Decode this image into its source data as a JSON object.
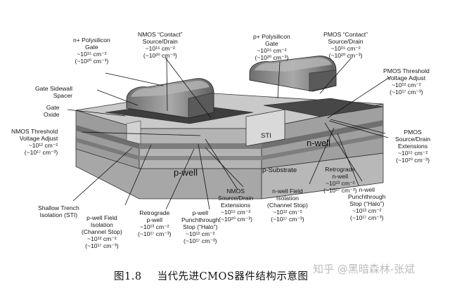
{
  "labels": {
    "n_poly_gate": [
      "n+ Polysilicon",
      "Gate",
      "~10¹⁵ cm⁻²",
      "(~10²⁰ cm⁻³)"
    ],
    "nmos_contact": [
      "NMOS “Contact”",
      "Source/Drain",
      "~10¹⁵ cm⁻²",
      "(~10²⁰ cm⁻³)"
    ],
    "p_poly_gate": [
      "p+ Polysilicon",
      "Gate",
      "~10¹⁵ cm⁻²",
      "(~10²⁰ cm⁻³)"
    ],
    "pmos_contact": [
      "PMOS “Contact”",
      "Source/Drain",
      "~10¹⁵ cm⁻²",
      "(~10²⁰ cm⁻³)"
    ],
    "gate_sidewall": [
      "Gate Sidewall",
      "Spacer"
    ],
    "gate_oxide": [
      "Gate",
      "Oxide"
    ],
    "nmos_threshold": [
      "NMOS Threshold",
      "Voltage Adjust",
      "~10¹² cm⁻²",
      "(~10¹⁷ cm⁻³)"
    ],
    "pmos_threshold": [
      "PMOS Threshold",
      "Voltage Adjust",
      "~10¹² cm⁻²",
      "(~10¹⁷ cm⁻³)"
    ],
    "pmos_sd_ext": [
      "PMOS",
      "Source/Drain",
      "Extensions",
      "~10¹⁵ cm⁻²",
      "(~10²⁰ cm⁻³)"
    ],
    "retrograde_nwell": [
      "Retrograde",
      "n-well",
      "~10¹³ cm⁻²",
      "(~10¹⁷ cm⁻³)"
    ],
    "nwell_punch": [
      "n-well",
      "Punchthrough",
      "Stop (“Halo”)",
      "~10¹² cm⁻²",
      "(~10¹⁷ cm⁻³)"
    ],
    "nwell_field": [
      "n-well Field",
      "Isolation",
      "(Channel Stop)",
      "~10¹² cm⁻²",
      "(~10¹⁷ cm⁻³)"
    ],
    "nmos_sd_ext": [
      "NMOS",
      "Source/Drain",
      "Extensions",
      "~10¹⁵ cm⁻²",
      "(~10²⁰ cm⁻³)"
    ],
    "pwell_punch": [
      "p-well",
      "Punchthrough",
      "Stop (“Halo”)",
      "~10¹² cm⁻²",
      "(~10¹⁷ cm⁻³)"
    ],
    "retrograde_pwell": [
      "Retrograde",
      "p-well",
      "~10¹³ cm⁻²",
      "(~10¹⁷ cm⁻³)"
    ],
    "pwell_field": [
      "p-well Field",
      "Isolation",
      "(Channel Stop)",
      "~10¹² cm⁻²",
      "(~10¹⁷ cm⁻³)"
    ],
    "sti": [
      "Shallow Trench",
      "Isolation (STI)"
    ]
  },
  "regions": {
    "sti": "STI",
    "p_well": "p-well",
    "n_well": "n-well",
    "p_substrate": "p-Substrate"
  },
  "caption": {
    "figure": "图1.8",
    "text": "当代先进CMOS器件结构示意图"
  },
  "watermark": "知乎 @黑暗森林-张斌",
  "colors": {
    "gate_poly": "#8a8a8a",
    "top_surface": "#c8c8c8",
    "dark_sd": "#3d3d3d",
    "substrate": "#b0b0b0",
    "leader_line": "#111111"
  }
}
